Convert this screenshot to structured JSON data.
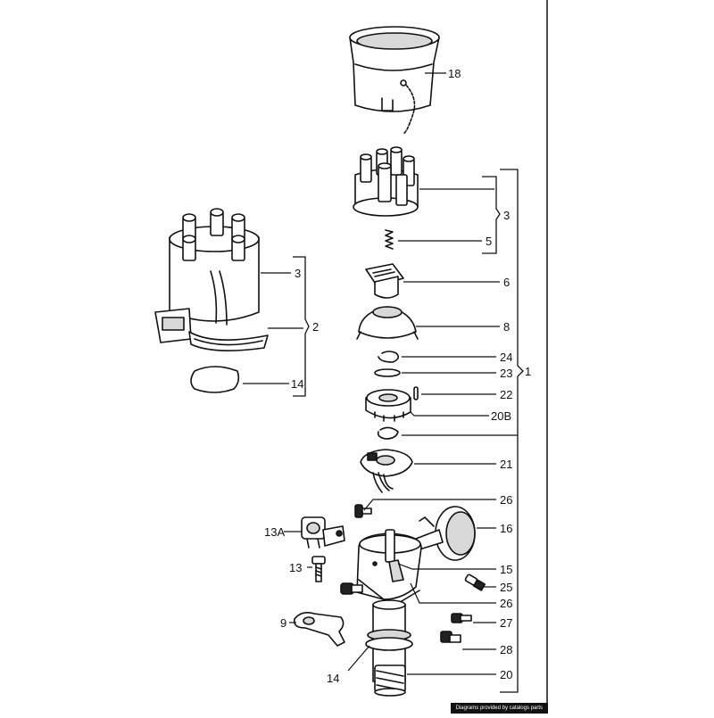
{
  "labels": {
    "l18": "18",
    "l3a": "3",
    "l5": "5",
    "l6": "6",
    "l8": "8",
    "l24": "24",
    "l23": "23",
    "l1": "1",
    "l22": "22",
    "l20b": "20B",
    "l21": "21",
    "l26a": "26",
    "l16": "16",
    "l13a": "13A",
    "l15": "15",
    "l13": "13",
    "l25": "25",
    "l26b": "26",
    "l27": "27",
    "l9": "9",
    "l28": "28",
    "l14a": "14",
    "l20": "20",
    "l3b": "3",
    "l2": "2",
    "l14b": "14"
  },
  "credit": "Diagrams provided by catalogs parts"
}
